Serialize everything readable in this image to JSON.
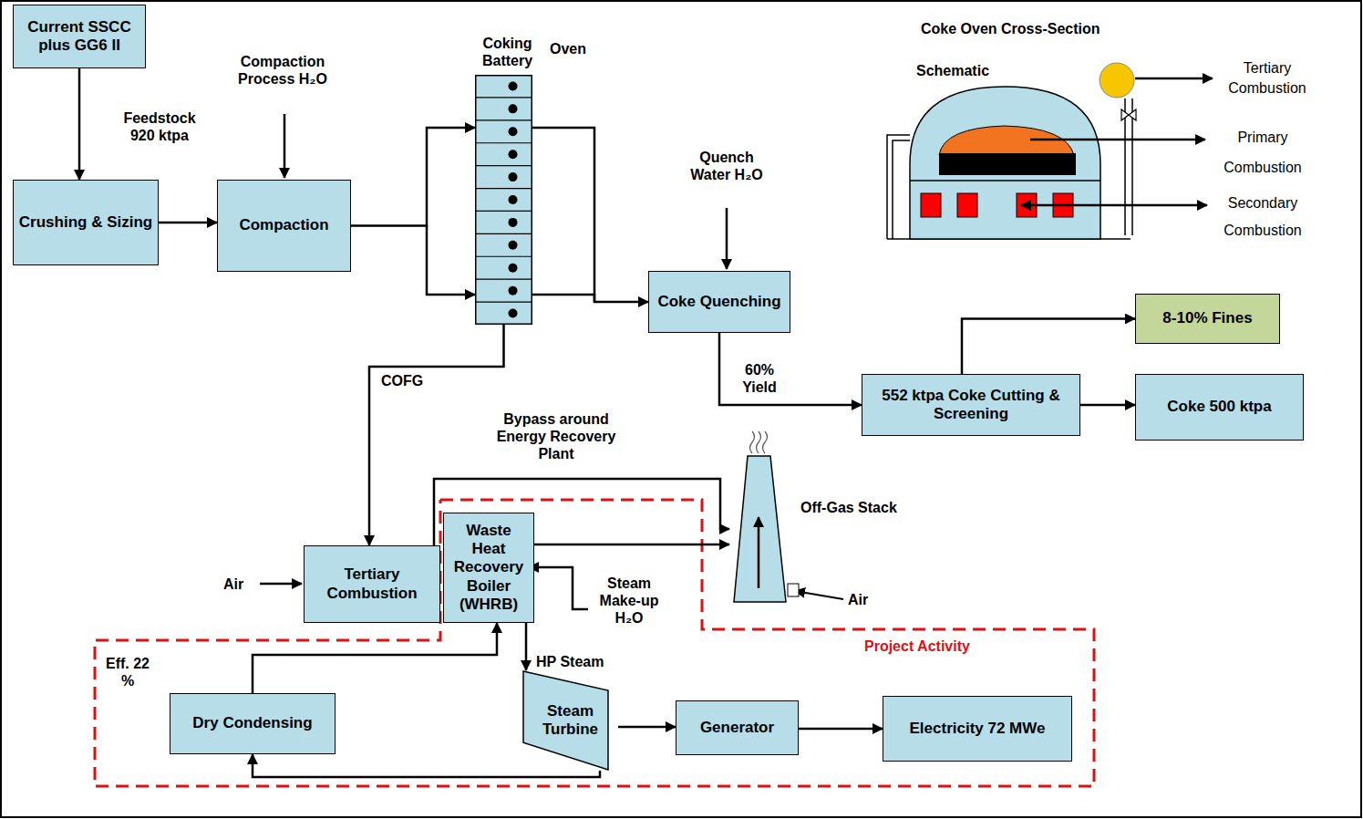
{
  "diagram": {
    "nodes": [
      {
        "text": [
          "Current SSCC plus GG6 II"
        ]
      },
      {
        "text": [
          "Crushing & Sizing"
        ]
      },
      {
        "text": [
          "Compaction"
        ]
      },
      {
        "text": [
          "Coking Battery"
        ]
      },
      {
        "text": [
          "Coke Quenching"
        ]
      },
      {
        "text": [
          "552 ktpa Coke Cutting & Screening"
        ]
      },
      {
        "text": [
          "8-10% Fines"
        ]
      },
      {
        "text": [
          "Coke 500 ktpa"
        ]
      },
      {
        "text": [
          "Tertiary Combustion"
        ]
      },
      {
        "text": [
          "Waste Heat Recovery Boiler (WHRB)"
        ]
      },
      {
        "text": [
          "Steam Turbine"
        ]
      },
      {
        "text": [
          "Generator"
        ]
      },
      {
        "text": [
          "Electricity 72 MWe"
        ]
      },
      {
        "text": [
          "Dry Condensing"
        ]
      },
      {
        "text": [
          "Off-Gas Stack"
        ]
      }
    ],
    "edges": [
      {
        "from": 0,
        "to": 1,
        "arrow": "to",
        "label": "Feedstock 920 ktpa"
      },
      {
        "from": 1,
        "to": 2,
        "arrow": "to"
      },
      {
        "from": 2,
        "to": 3,
        "arrow": "to"
      },
      {
        "from": 3,
        "to": 4,
        "arrow": "to"
      },
      {
        "from": 4,
        "to": 5,
        "arrow": "to",
        "label": "60% Yield"
      },
      {
        "from": 5,
        "to": 6,
        "arrow": "to"
      },
      {
        "from": 5,
        "to": 7,
        "arrow": "to"
      },
      {
        "from": 3,
        "to": 8,
        "arrow": "to",
        "label": "COFG"
      },
      {
        "from": 8,
        "to": 14,
        "arrow": "to",
        "label": "Bypass around Energy Recovery Plant"
      },
      {
        "from": 9,
        "to": 14,
        "arrow": "to"
      },
      {
        "from": 9,
        "to": 10,
        "arrow": "to",
        "label": "HP Steam"
      },
      {
        "from": 10,
        "to": 11,
        "arrow": "to"
      },
      {
        "from": 11,
        "to": 12,
        "arrow": "to"
      },
      {
        "from": 10,
        "to": 13,
        "arrow": "to"
      },
      {
        "from": 13,
        "to": 9,
        "arrow": "to"
      }
    ],
    "labels": [
      "Compaction Process H₂O",
      "Oven",
      "Quench Water H₂O",
      "Air",
      "Steam Make-up H₂O",
      "Air",
      "Eff. 22 %",
      "Project Activity",
      "Coke Oven Cross-Section",
      "Schematic",
      "Tertiary Combustion",
      "Primary Combustion",
      "Secondary Combustion"
    ]
  }
}
